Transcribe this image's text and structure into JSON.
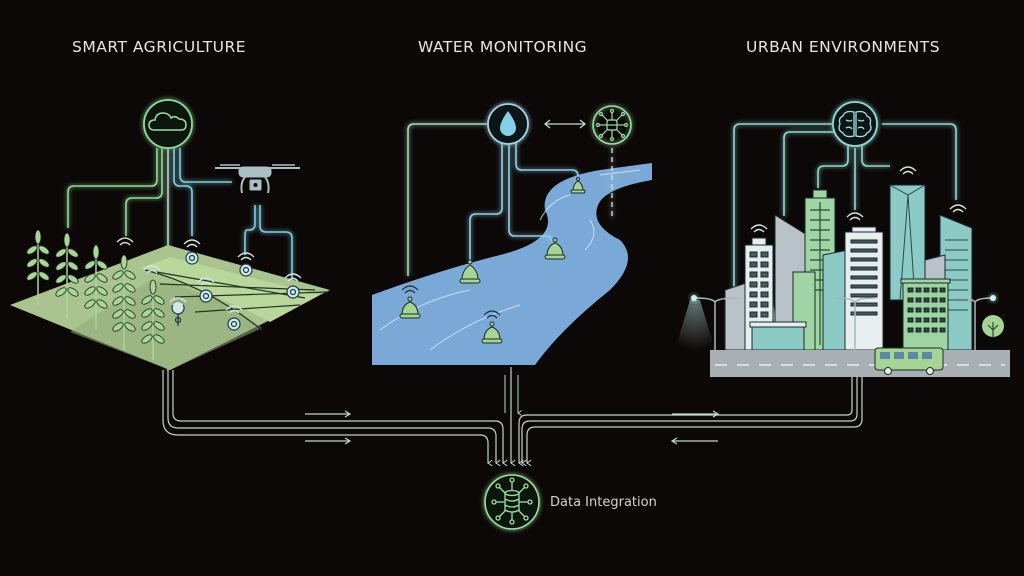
{
  "sections": {
    "agriculture": {
      "title": "SMART AGRICULTURE",
      "hub_icon": "cloud-icon",
      "devices": [
        "drone-icon",
        "field-sensor-icon",
        "location-pin-icon",
        "wifi-icon"
      ]
    },
    "water": {
      "title": "WATER MONITORING",
      "hub_icon": "water-drop-icon",
      "peer_icon": "data-network-icon",
      "devices": [
        "buoy-sensor-icon",
        "wifi-icon"
      ]
    },
    "urban": {
      "title": "URBAN ENVIRONMENTS",
      "hub_icon": "brain-icon",
      "devices": [
        "building-icon",
        "street-light-icon",
        "bus-icon",
        "bus-stop-icon",
        "tree-icon",
        "wifi-icon"
      ]
    }
  },
  "hub": {
    "label": "Data Integration",
    "icon": "database-network-icon"
  },
  "colors": {
    "background": "#0c0807",
    "green_accent": "#8fd49a",
    "teal_accent": "#6fd0d0",
    "blue_accent": "#8ecff0",
    "field_green": "#9ebc85",
    "river_blue": "#7aa9d8",
    "building_teal": "#8cc9c6",
    "text": "#e6e6e2"
  }
}
